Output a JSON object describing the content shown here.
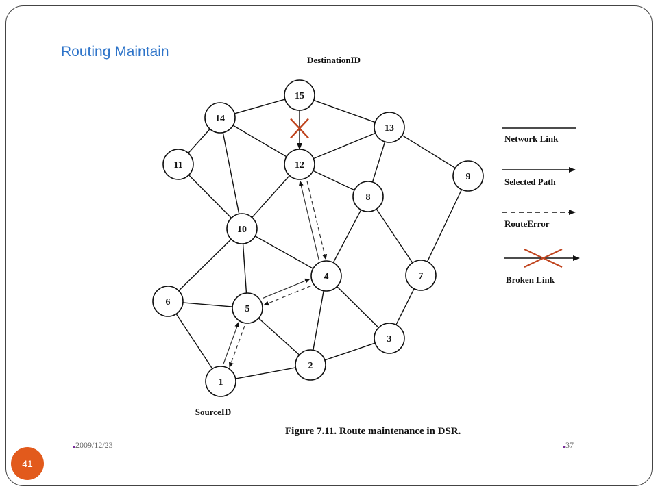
{
  "slide": {
    "title": "Routing Maintain",
    "page_number": "41"
  },
  "diagram": {
    "top_label": "DestinationID",
    "bottom_label": "SourceID",
    "caption": "Figure 7.11. Route maintenance in DSR.",
    "footer_date": "2009/12/23",
    "footer_page": "37",
    "nodes": [
      "1",
      "2",
      "3",
      "4",
      "5",
      "6",
      "7",
      "8",
      "9",
      "10",
      "11",
      "12",
      "13",
      "14",
      "15"
    ],
    "network_links": [
      [
        "15",
        "14"
      ],
      [
        "15",
        "13"
      ],
      [
        "15",
        "12"
      ],
      [
        "14",
        "11"
      ],
      [
        "14",
        "12"
      ],
      [
        "14",
        "10"
      ],
      [
        "11",
        "10"
      ],
      [
        "12",
        "13"
      ],
      [
        "12",
        "8"
      ],
      [
        "12",
        "10"
      ],
      [
        "13",
        "8"
      ],
      [
        "13",
        "9"
      ],
      [
        "9",
        "7"
      ],
      [
        "8",
        "7"
      ],
      [
        "8",
        "4"
      ],
      [
        "10",
        "6"
      ],
      [
        "10",
        "5"
      ],
      [
        "10",
        "4"
      ],
      [
        "6",
        "5"
      ],
      [
        "6",
        "1"
      ],
      [
        "5",
        "2"
      ],
      [
        "4",
        "2"
      ],
      [
        "4",
        "3"
      ],
      [
        "7",
        "3"
      ],
      [
        "3",
        "2"
      ],
      [
        "2",
        "1"
      ]
    ],
    "selected_path": [
      [
        "1",
        "5"
      ],
      [
        "5",
        "4"
      ],
      [
        "4",
        "12"
      ]
    ],
    "route_error": [
      [
        "4",
        "5"
      ],
      [
        "5",
        "1"
      ],
      [
        "12",
        "4"
      ]
    ],
    "broken_link": [
      "12",
      "15"
    ],
    "link_color": "#111111",
    "broken_mark_color": "#c0451f",
    "legend": [
      {
        "type": "network",
        "label": "Network Link"
      },
      {
        "type": "selected",
        "label": "Selected Path"
      },
      {
        "type": "error",
        "label": "RouteError"
      },
      {
        "type": "broken",
        "label": "Broken Link"
      }
    ]
  }
}
